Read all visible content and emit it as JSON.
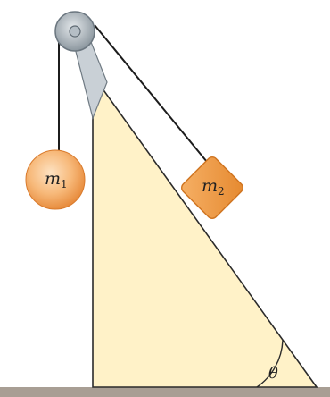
{
  "diagram": {
    "masses": {
      "m1": {
        "symbol": "m",
        "subscript": "1"
      },
      "m2": {
        "symbol": "m",
        "subscript": "2"
      }
    },
    "angle_label": "θ"
  },
  "colors": {
    "incline_fill": "#fff2c8",
    "incline_stroke": "#2b2b2b",
    "ground": "#a89e94",
    "ball_center": "#fbd3a8",
    "ball_edge": "#e07e2c",
    "block_face": "#f09a3e",
    "block_edge": "#d97a24",
    "pulley_outer": "#8f9aa3",
    "pulley_inner": "#d9dee2",
    "string": "#1c1c1c"
  }
}
